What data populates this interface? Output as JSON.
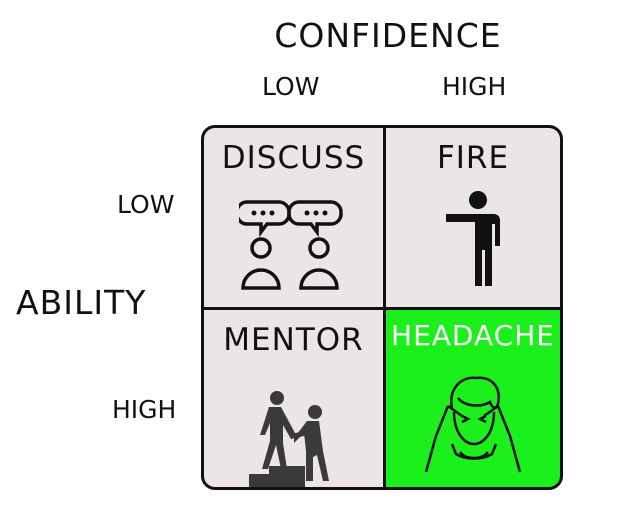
{
  "column_axis": {
    "title": "CONFIDENCE",
    "levels": [
      "LOW",
      "HIGH"
    ]
  },
  "row_axis": {
    "title": "ABILITY",
    "levels": [
      "LOW",
      "HIGH"
    ]
  },
  "quadrants": [
    {
      "label": "DISCUSS",
      "icon": "two-people-talking-icon"
    },
    {
      "label": "FIRE",
      "icon": "person-pointing-icon"
    },
    {
      "label": "MENTOR",
      "icon": "person-helping-up-stairs-icon"
    },
    {
      "label": "HEADACHE",
      "icon": "person-headache-icon",
      "highlight_color": "#1cf01c"
    }
  ]
}
